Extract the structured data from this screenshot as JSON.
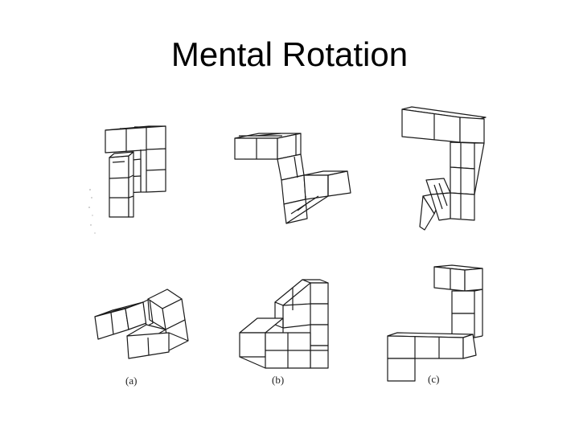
{
  "slide": {
    "title": "Mental Rotation"
  },
  "figure": {
    "panels": [
      {
        "label": "(a)"
      },
      {
        "label": "(b)"
      },
      {
        "label": "(c)"
      }
    ]
  }
}
